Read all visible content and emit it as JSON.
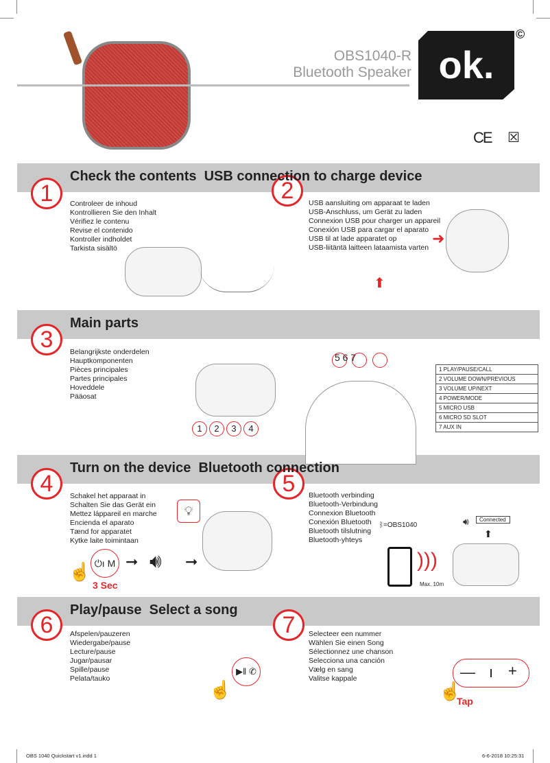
{
  "header": {
    "model": "OBS1040-R",
    "product": "Bluetooth Speaker",
    "logo": "ok.",
    "copyright": "©",
    "marks": "CE"
  },
  "sections": [
    {
      "number": "1",
      "title": "Check the contents",
      "lines": [
        "Controleer de inhoud",
        "Kontrollieren Sie den Inhalt",
        "Vérifiez le contenu",
        "Revise el contenido",
        "Kontroller indholdet",
        "Tarkista sisältö"
      ]
    },
    {
      "number": "2",
      "title": "USB connection to charge device",
      "lines": [
        "USB aansluiting om apparaat te laden",
        "USB-Anschluss, um Gerät zu laden",
        "Connexion USB pour charger un appareil",
        "Conexión USB para cargar el aparato",
        "USB til at lade apparatet op",
        "USB-liitäntä laitteen lataamista varten"
      ]
    },
    {
      "number": "3",
      "title": "Main parts",
      "lines": [
        "Belangrijkste onderdelen",
        "Hauptkomponenten",
        "Pièces principales",
        "Partes principales",
        "Hoveddele",
        "Pääosat"
      ]
    },
    {
      "number": "4",
      "title": "Turn on the device",
      "lines": [
        "Schakel het apparaat in",
        "Schalten Sie das Gerät ein",
        "Mettez láppareil en marche",
        "Encienda el aparato",
        "Tænd for apparatet",
        "Kytke laite toimintaan"
      ]
    },
    {
      "number": "5",
      "title": "Bluetooth connection",
      "lines": [
        "Bluetooth verbinding",
        "Bluetooth-Verbindung",
        "Connexion Bluetooth",
        "Conexión Bluetooth",
        "Bluetooth tilslutning",
        "Bluetooth-yhteys"
      ]
    },
    {
      "number": "6",
      "title": "Play/pause",
      "lines": [
        "Afspelen/pauzeren",
        "Wiedergabe/pause",
        "Lecture/pause",
        "Jugar/pausar",
        "Spille/pause",
        "Pelata/tauko"
      ]
    },
    {
      "number": "7",
      "title": "Select a song",
      "lines": [
        "Selecteer een nummer",
        "Wählen Sie einen Song",
        "Sélectionnez une chanson",
        "Selecciona una canción",
        "Vælg en sang",
        "Valitse kappale"
      ]
    }
  ],
  "parts": {
    "callouts_bottom": [
      "1",
      "2",
      "3",
      "4"
    ],
    "callouts_top": "5 6 7",
    "table": [
      "1 PLAY/PAUSE/CALL",
      "2 VOLUME DOWN/PREVIOUS",
      "3 VOLUME UP/NEXT",
      "4 POWER/MODE",
      "5 MICRO USB",
      "6 MICRO SD SLOT",
      "7 AUX IN"
    ]
  },
  "power": {
    "button": "⏻ı M",
    "duration": "3 Sec"
  },
  "bluetooth": {
    "device_name": "=OBS1040",
    "status": "Connected",
    "range": "Max. 10m"
  },
  "select": {
    "tap": "Tap",
    "minus": "—",
    "plus": "+"
  },
  "colors": {
    "accent": "#e3262a",
    "bar": "#c9c9c9"
  },
  "footer": {
    "file": "OBS 1040 Quickstart v1.indd   1",
    "datetime": "6-6-2018   10:25:31"
  }
}
